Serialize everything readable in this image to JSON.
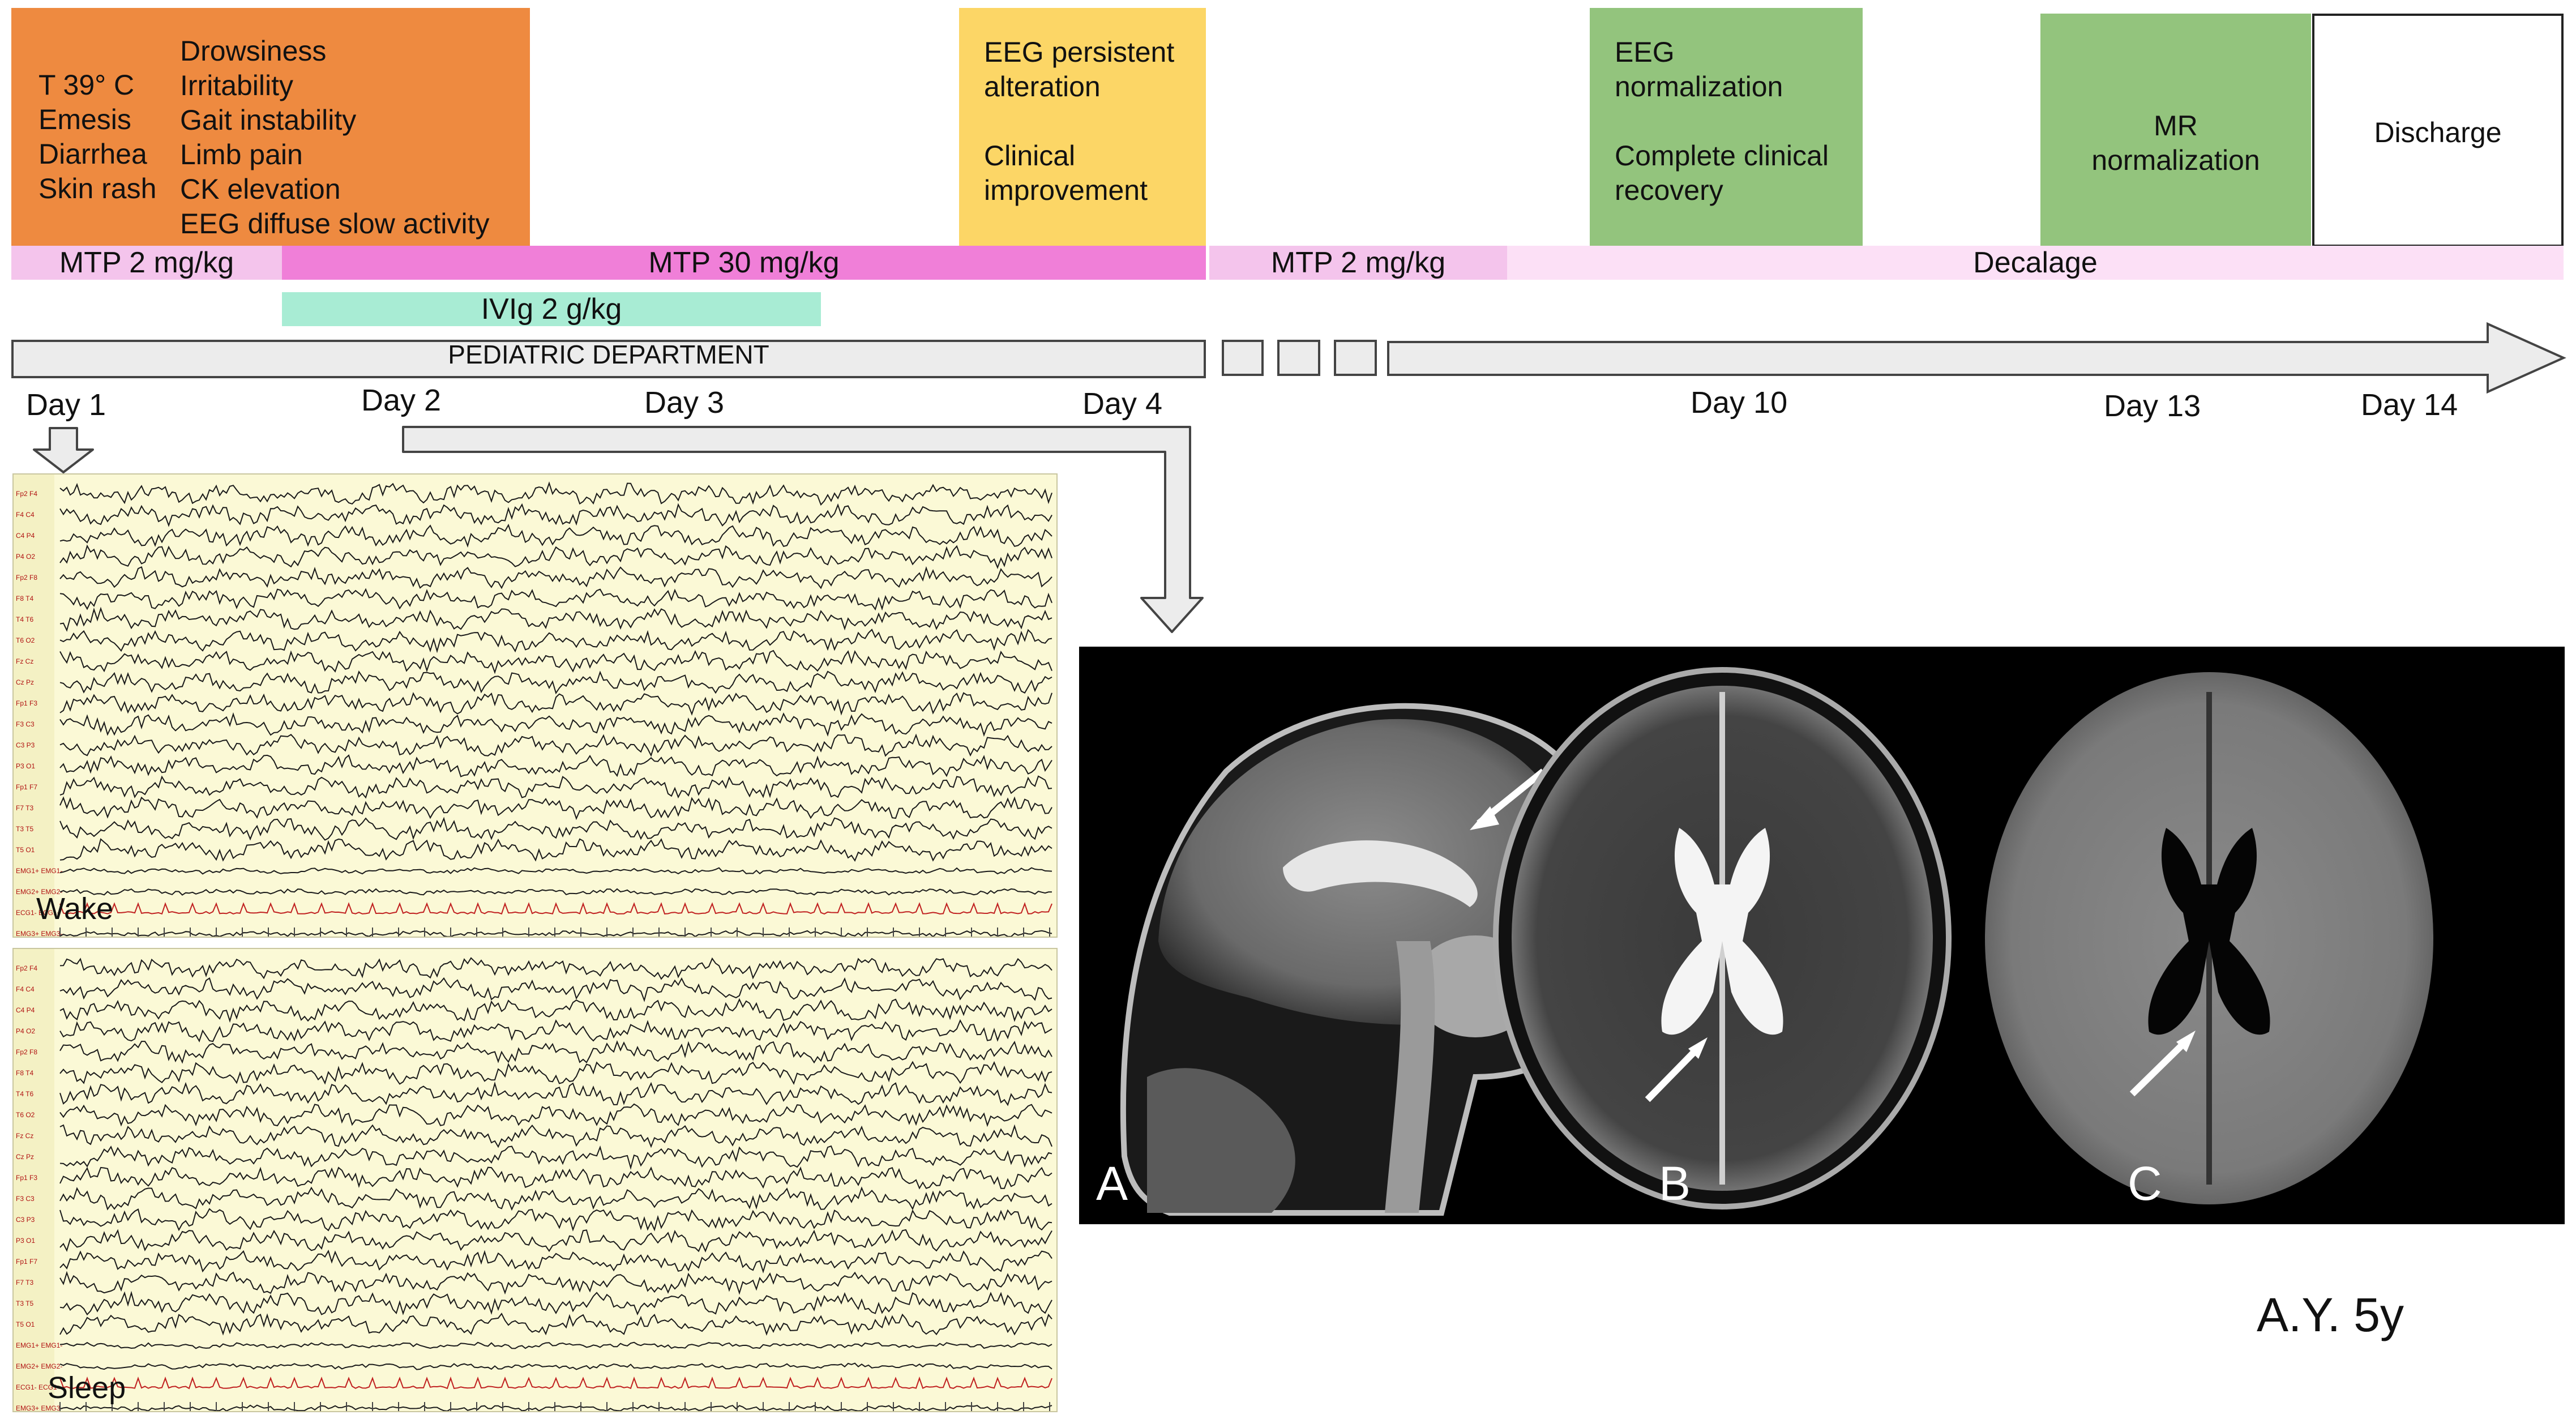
{
  "colors": {
    "orange": "#ee8a40",
    "yellow": "#fcd666",
    "green": "#93c47d",
    "pink_light": "#f4c4ec",
    "pink_strong": "#f07fd8",
    "pink_pale": "#fce0f6",
    "mint": "#a8ecd4",
    "grey_bar": "#ececec"
  },
  "events": {
    "fever": [
      "T 39° C",
      "Emesis",
      "Diarrhea",
      "Skin rash"
    ],
    "neuro": [
      "Drowsiness",
      "Irritability",
      "Gait instability",
      "Limb pain",
      "CK elevation",
      "EEG diffuse slow activity"
    ],
    "eeg_persistent": [
      "EEG persistent",
      "alteration",
      "",
      "Clinical",
      "improvement"
    ],
    "eeg_normal": [
      "EEG",
      "normalization",
      "",
      "Complete clinical",
      "recovery"
    ],
    "mr_normal": [
      "MR",
      "normalization"
    ],
    "discharge": [
      "Discharge"
    ]
  },
  "therapy": {
    "mtp_low_1": "MTP 2 mg/kg",
    "mtp_high": "MTP 30 mg/kg",
    "mtp_low_2": "MTP 2 mg/kg",
    "decalage": "Decalage",
    "ivig": "IVIg 2 g/kg"
  },
  "department": "PEDIATRIC DEPARTMENT",
  "days": [
    "Day 1",
    "Day 2",
    "Day 3",
    "Day 4",
    "Day 10",
    "Day 13",
    "Day 14"
  ],
  "eeg_wake_label": "Wake",
  "eeg_sleep_label": "Sleep",
  "eeg_channels": [
    "Fp2 F4",
    "F4 C4",
    "C4 P4",
    "P4 O2",
    "Fp2 F8",
    "F8 T4",
    "T4 T6",
    "T6 O2",
    "Fz Cz",
    "Cz Pz",
    "Fp1 F3",
    "F3 C3",
    "C3 P3",
    "P3 O1",
    "Fp1 F7",
    "F7 T3",
    "T3 T5",
    "T5 O1",
    "EMG1+ EMG1-",
    "EMG2+ EMG2-",
    "ECG1- ECG1+",
    "EMG3+ EMG3-"
  ],
  "mri_panels": [
    "A",
    "B",
    "C"
  ],
  "patient": "A.Y. 5y"
}
